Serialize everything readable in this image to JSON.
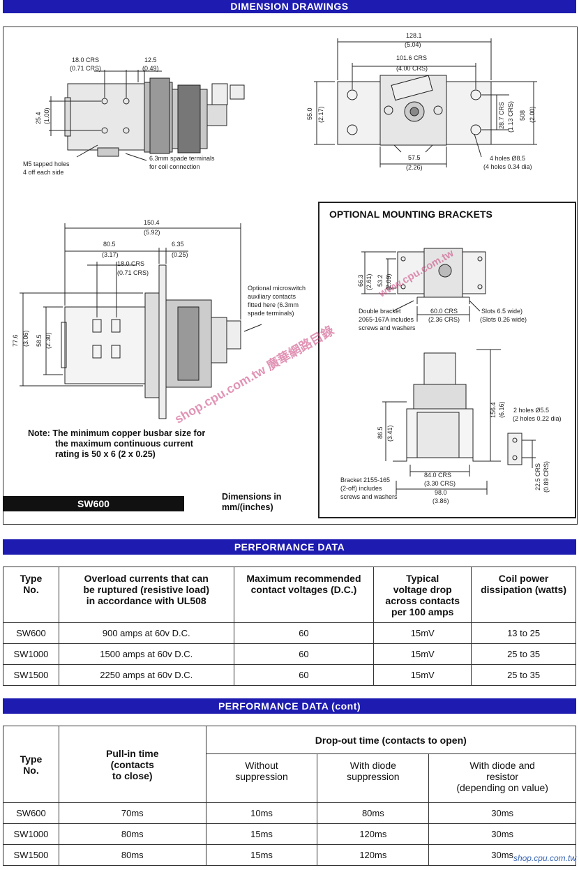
{
  "sections": {
    "dimension_title": "DIMENSION DRAWINGS",
    "performance_title": "PERFORMANCE DATA",
    "performance_cont_title": "PERFORMANCE DATA (cont)"
  },
  "drawing_labels": {
    "crs_18": "18.0 CRS",
    "crs_18_in": "(0.71 CRS)",
    "d_12_5": "12.5",
    "d_12_5_in": "(0.49)",
    "d_25_4": "25.4",
    "d_25_4_in": "(1.00)",
    "m5_1": "M5 tapped holes",
    "m5_2": "4 off each side",
    "spade_1": "6.3mm spade terminals",
    "spade_2": "for coil connection",
    "d_128_1": "128.1",
    "d_128_1_in": "(5.04)",
    "d_101_6": "101.6 CRS",
    "d_101_6_in": "(4.00 CRS)",
    "d_55": "55.0",
    "d_55_in": "(2.17)",
    "d_28_7": "28.7 CRS",
    "d_28_7_in": "(1.13 CRS)",
    "d_508": "508",
    "d_508_in": "(2.00)",
    "d_57_5": "57.5",
    "d_57_5_in": "(2.26)",
    "holes_1": "4 holes Ø8.5",
    "holes_2": "(4 holes 0.34 dia)",
    "d_150_4": "150.4",
    "d_150_4_in": "(5.92)",
    "d_80_5": "80.5",
    "d_80_5_in": "(3.17)",
    "d_6_35": "6.35",
    "d_6_35_in": "(0.25)",
    "d_77_6": "77.6",
    "d_77_6_in": "(3.06)",
    "d_58_5": "58.5",
    "d_58_5_in": "(2.30)",
    "micro_1": "Optional microswitch",
    "micro_2": "auxiliary contacts",
    "micro_3": "fitted here (6.3mm",
    "micro_4": "spade terminals)"
  },
  "note": {
    "line1": "Note: The minimum copper busbar size for",
    "line2": "the maximum continuous current",
    "line3": "rating is 50 x 6 (2 x 0.25)"
  },
  "model_label": "SW600",
  "dimensions_note": {
    "line1": "Dimensions in",
    "line2": "mm/(inches)"
  },
  "brackets": {
    "title": "OPTIONAL MOUNTING BRACKETS",
    "d_66_3": "66.3",
    "d_66_3_in": "(2.61)",
    "d_53_2": "53.2",
    "d_53_2_in": "(2.09)",
    "d_60": "60.0 CRS",
    "d_60_in": "(2.36 CRS)",
    "slots_1": "Slots 6.5 wide)",
    "slots_2": "(Slots 0.26 wide)",
    "double_1": "Double bracket",
    "double_2": "2065-167A includes",
    "double_3": "screws and washers",
    "d_156_4": "156.4",
    "d_156_4_in": "(6.16)",
    "d_86_5": "86.5",
    "d_86_5_in": "(3.41)",
    "holes_1": "2 holes Ø5.5",
    "holes_2": "(2 holes 0.22 dia)",
    "d_22_5": "22.5 CRS",
    "d_22_5_in": "(0.89 CRS)",
    "d_84": "84.0 CRS",
    "d_84_in": "(3.30 CRS)",
    "d_98": "98.0",
    "d_98_in": "(3.86)",
    "bracket_1": "Bracket 2155-165",
    "bracket_2": "(2-off) includes",
    "bracket_3": "screws and washers"
  },
  "table1": {
    "headers": [
      "Type\nNo.",
      "Overload currents that can\nbe ruptured (resistive load)\nin accordance with UL508",
      "Maximum recommended\ncontact voltages (D.C.)",
      "Typical\nvoltage drop\nacross contacts\nper 100 amps",
      "Coil power\ndissipation (watts)"
    ],
    "rows": [
      [
        "SW600",
        "900 amps at 60v D.C.",
        "60",
        "15mV",
        "13 to 25"
      ],
      [
        "SW1000",
        "1500 amps at 60v D.C.",
        "60",
        "15mV",
        "25 to 35"
      ],
      [
        "SW1500",
        "2250 amps at 60v D.C.",
        "60",
        "15mV",
        "25 to 35"
      ]
    ]
  },
  "table2": {
    "type_header": "Type\nNo.",
    "pullin_header": "Pull-in time\n(contacts\nto close)",
    "dropout_header": "Drop-out time (contacts to open)",
    "sub_headers": [
      "Without\nsuppression",
      "With diode\nsuppression",
      "With diode and\nresistor\n(depending on value)"
    ],
    "rows": [
      [
        "SW600",
        "70ms",
        "10ms",
        "80ms",
        "30ms"
      ],
      [
        "SW1000",
        "80ms",
        "15ms",
        "120ms",
        "30ms"
      ],
      [
        "SW1500",
        "80ms",
        "15ms",
        "120ms",
        "30ms"
      ]
    ]
  },
  "watermarks": {
    "diag": "shop.cpu.com.tw 廣華網路目錄",
    "diag2": "www.cpu.com.tw",
    "footer": "shop.cpu.com.tw"
  }
}
